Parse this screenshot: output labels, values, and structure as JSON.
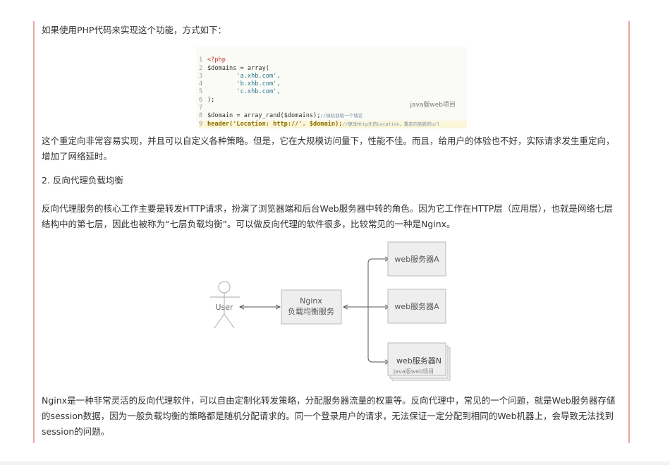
{
  "paragraphs": {
    "intro": "如果使用PHP代码来实现这个功能，方式如下：",
    "redirect_note": "这个重定向非常容易实现，并且可以自定义各种策略。但是，它在大规模访问量下，性能不佳。而且，给用户的体验也不好，实际请求发生重定向，增加了网络延时。",
    "section2_title": "2. 反向代理负载均衡",
    "reverse_proxy": "反向代理服务的核心工作主要是转发HTTP请求，扮演了浏览器端和后台Web服务器中转的角色。因为它工作在HTTP层（应用层），也就是网络七层结构中的第七层，因此也被称为“七层负载均衡”。可以做反向代理的软件很多，比较常见的一种是Nginx。",
    "nginx_note": "Nginx是一种非常灵活的反向代理软件，可以自由定制化转发策略，分配服务器流量的权重等。反向代理中，常见的一个问题，就是Web服务器存储的session数据，因为一般负载均衡的策略都是随机分配请求的。同一个登录用户的请求，无法保证一定分配到相同的Web机器上，会导致无法找到session的问题。"
  },
  "code": {
    "lines": [
      {
        "n": "1",
        "text": "<?php"
      },
      {
        "n": "2",
        "text": "$domains = array("
      },
      {
        "n": "3",
        "text": "        'a.xhb.com',"
      },
      {
        "n": "4",
        "text": "        'b.xhb.com',"
      },
      {
        "n": "5",
        "text": "        'c.xhb.com',"
      },
      {
        "n": "6",
        "text": ");"
      },
      {
        "n": "7",
        "text": ""
      },
      {
        "n": "8",
        "text": "$domain = array_rand($domains);"
      },
      {
        "n": "9",
        "text": "header('Location: http://'. $domain);"
      }
    ],
    "comment8": "//随机获取一个域名",
    "comment9": "//更改Http头的Location，重定向到新的url",
    "watermark": "java版web项目"
  },
  "diagram": {
    "user": "User",
    "nginx_line1": "Nginx",
    "nginx_line2": "负载均衡服务",
    "server1": "web服务器A",
    "server2": "web服务器A",
    "server3": "web服务器N",
    "watermark": "java版web项目"
  }
}
